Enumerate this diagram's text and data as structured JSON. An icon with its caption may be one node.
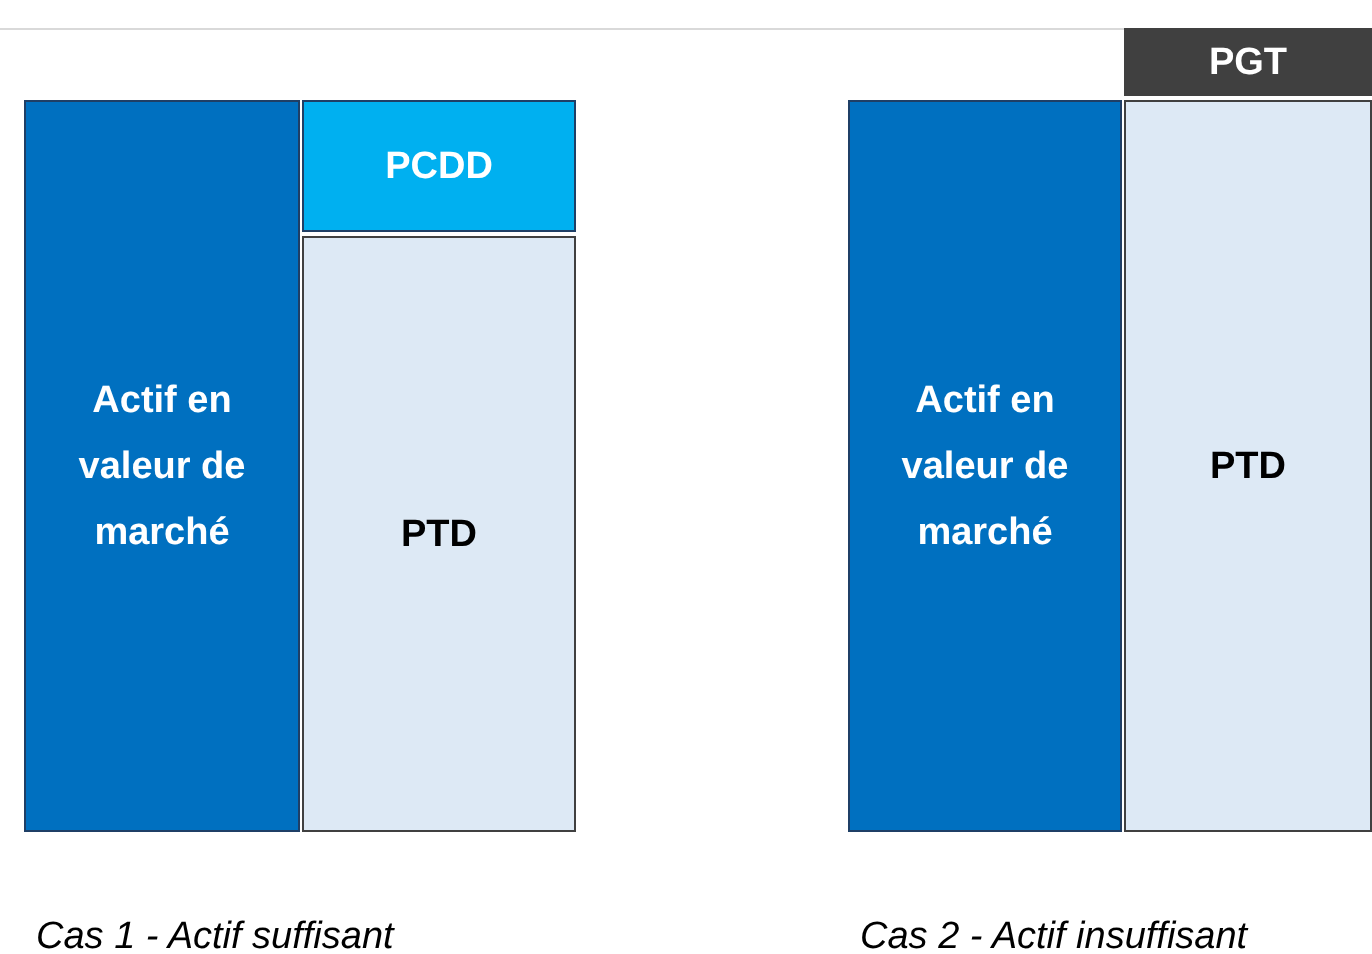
{
  "diagram": {
    "nodes": [
      {
        "text": [
          "Actif en valeur de marché"
        ]
      },
      {
        "text": [
          "PCDD"
        ]
      },
      {
        "text": [
          "PTD"
        ]
      },
      {
        "text": [
          "Actif en valeur de marché"
        ]
      },
      {
        "text": [
          "PGT"
        ]
      },
      {
        "text": [
          "PTD"
        ]
      }
    ],
    "labels": [
      "Cas 1 - Actif suffisant",
      "Cas 2 - Actif insuffisant"
    ]
  }
}
